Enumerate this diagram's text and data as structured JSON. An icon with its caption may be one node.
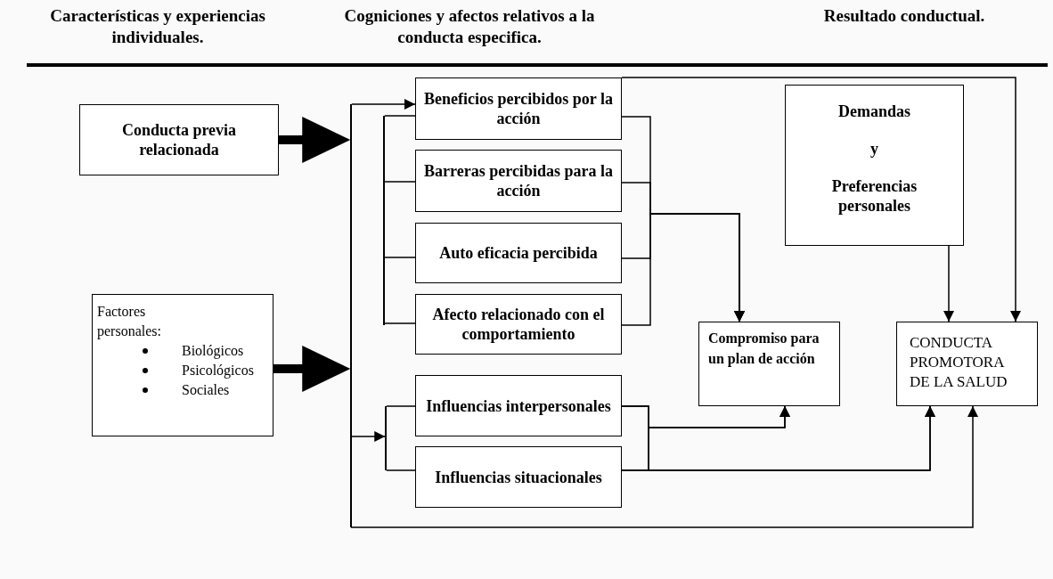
{
  "diagram": {
    "nodes": [
      {
        "text": [
          "Conducta previa relacionada"
        ]
      },
      {
        "text": [
          "Factores personales:",
          "Biológicos",
          "Psicológicos",
          "Sociales"
        ]
      },
      {
        "text": [
          "Beneficios percibidos por la acción"
        ]
      },
      {
        "text": [
          "Barreras percibidas para la acción"
        ]
      },
      {
        "text": [
          "Auto eficacia percibida"
        ]
      },
      {
        "text": [
          "Afecto relacionado con el comportamiento"
        ]
      },
      {
        "text": [
          "Influencias interpersonales"
        ]
      },
      {
        "text": [
          "Influencias situacionales"
        ]
      },
      {
        "text": [
          "Demandas",
          "y",
          "Preferencias personales"
        ]
      },
      {
        "text": [
          "Compromiso para un plan de acción"
        ]
      },
      {
        "text": [
          "CONDUCTA PROMOTORA DE LA SALUD"
        ]
      },
      {
        "text": [],
        "shape": "bar"
      },
      {
        "text": [],
        "shape": "bar"
      },
      {
        "text": [],
        "shape": "bar"
      }
    ],
    "edges": [
      {
        "from": 0,
        "to": 11,
        "arrow": "to",
        "style": "thick"
      },
      {
        "from": 1,
        "to": 11,
        "arrow": "to",
        "style": "thick"
      },
      {
        "from": 11,
        "to": 2,
        "arrow": "to"
      },
      {
        "from": 11,
        "to": 12,
        "arrow": "to"
      },
      {
        "from": 11,
        "to": 10,
        "arrow": "to"
      },
      {
        "from": 2,
        "to": 9,
        "arrow": "to"
      },
      {
        "from": 3,
        "to": 9,
        "arrow": "to"
      },
      {
        "from": 4,
        "to": 9,
        "arrow": "to"
      },
      {
        "from": 5,
        "to": 9,
        "arrow": "to"
      },
      {
        "from": 6,
        "to": 9,
        "arrow": "to"
      },
      {
        "from": 7,
        "to": 9,
        "arrow": "to"
      },
      {
        "from": 6,
        "to": 10,
        "arrow": "to"
      },
      {
        "from": 7,
        "to": 10,
        "arrow": "to"
      },
      {
        "from": 8,
        "to": 10,
        "arrow": "to"
      },
      {
        "from": 2,
        "to": 10,
        "arrow": "to"
      },
      {
        "from": 12,
        "to": 6,
        "arrow": "none"
      },
      {
        "from": 12,
        "to": 7,
        "arrow": "none"
      },
      {
        "from": 13,
        "to": 2,
        "arrow": "none"
      },
      {
        "from": 13,
        "to": 3,
        "arrow": "none"
      },
      {
        "from": 13,
        "to": 4,
        "arrow": "none"
      },
      {
        "from": 13,
        "to": 5,
        "arrow": "none"
      }
    ],
    "labels": [
      "Características y experiencias individuales.",
      "Cogniciones y afectos relativos a la conducta especifica.",
      "Resultado conductual."
    ]
  }
}
